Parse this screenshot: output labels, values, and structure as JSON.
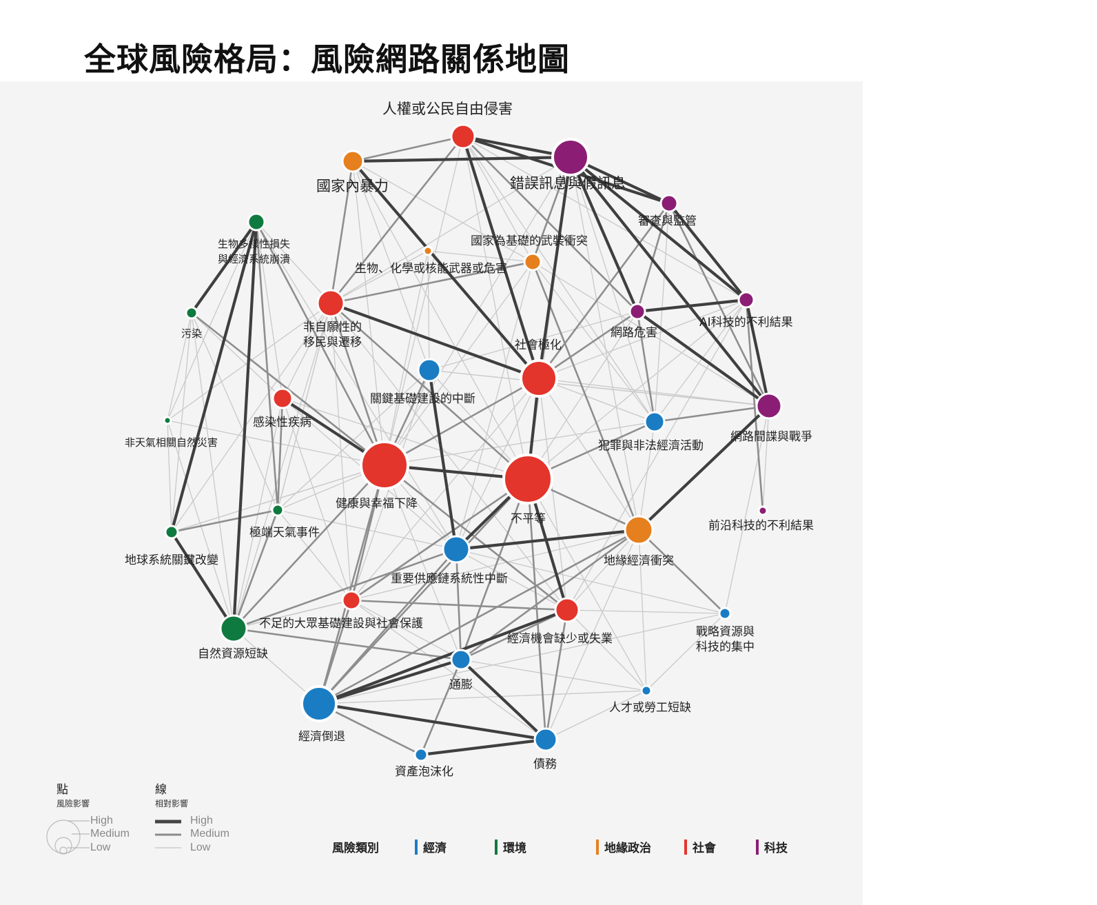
{
  "title": "全球風險格局：風險網路關係地圖",
  "colors": {
    "economic": "#1a7dc4",
    "environmental": "#0f7a3f",
    "geopolitical": "#e6801f",
    "societal": "#e3352b",
    "technological": "#8b1e74",
    "background": "#f4f4f4"
  },
  "nodes": [
    {
      "id": "human_rights",
      "label": "人權或公民自由侵害",
      "cat": "societal",
      "size": "medium"
    },
    {
      "id": "state_violence",
      "label": "國家內暴力",
      "cat": "geopolitical",
      "size": "medium"
    },
    {
      "id": "misinfo",
      "label": "錯誤訊息與假訊息",
      "cat": "technological",
      "size": "high"
    },
    {
      "id": "censorship",
      "label": "審查與監管",
      "cat": "technological",
      "size": "medium"
    },
    {
      "id": "armed_conflict",
      "label": "國家為基礎的武裝衝突",
      "cat": "geopolitical",
      "size": "medium"
    },
    {
      "id": "biodiversity",
      "label": "生物多樣性損失與經濟系統崩潰",
      "cat": "environmental",
      "size": "medium"
    },
    {
      "id": "cbrn",
      "label": "生物、化學或核能武器或危害",
      "cat": "geopolitical",
      "size": "low"
    },
    {
      "id": "migration",
      "label": "非自願性的移民與遷移",
      "cat": "societal",
      "size": "medium"
    },
    {
      "id": "cyber_harm",
      "label": "網路危害",
      "cat": "technological",
      "size": "medium"
    },
    {
      "id": "ai",
      "label": "AI科技的不利結果",
      "cat": "technological",
      "size": "medium"
    },
    {
      "id": "pollution",
      "label": "污染",
      "cat": "environmental",
      "size": "low"
    },
    {
      "id": "polarization",
      "label": "社會極化",
      "cat": "societal",
      "size": "high"
    },
    {
      "id": "infrastructure",
      "label": "關鍵基礎建設的中斷",
      "cat": "economic",
      "size": "medium"
    },
    {
      "id": "infectious",
      "label": "感染性疾病",
      "cat": "societal",
      "size": "medium"
    },
    {
      "id": "crime",
      "label": "犯罪與非法經濟活動",
      "cat": "economic",
      "size": "medium"
    },
    {
      "id": "cyber_war",
      "label": "網路間諜與戰爭",
      "cat": "technological",
      "size": "medium"
    },
    {
      "id": "non_weather",
      "label": "非天氣相關自然災害",
      "cat": "environmental",
      "size": "low"
    },
    {
      "id": "health",
      "label": "健康與幸福下降",
      "cat": "societal",
      "size": "high"
    },
    {
      "id": "inequality",
      "label": "不平等",
      "cat": "societal",
      "size": "high"
    },
    {
      "id": "frontier_tech",
      "label": "前沿科技的不利結果",
      "cat": "technological",
      "size": "low"
    },
    {
      "id": "earth_systems",
      "label": "地球系統關鍵改變",
      "cat": "environmental",
      "size": "low"
    },
    {
      "id": "extreme_weather",
      "label": "極端天氣事件",
      "cat": "environmental",
      "size": "low"
    },
    {
      "id": "geoeconomic",
      "label": "地緣經濟衝突",
      "cat": "geopolitical",
      "size": "medium"
    },
    {
      "id": "supply_chain",
      "label": "重要供應鏈系統性中斷",
      "cat": "economic",
      "size": "medium"
    },
    {
      "id": "public_infra",
      "label": "不足的大眾基礎建設與社會保護",
      "cat": "societal",
      "size": "medium"
    },
    {
      "id": "unemployment",
      "label": "經濟機會缺少或失業",
      "cat": "societal",
      "size": "medium"
    },
    {
      "id": "resources",
      "label": "自然資源短缺",
      "cat": "environmental",
      "size": "medium"
    },
    {
      "id": "strategic",
      "label": "戰略資源與科技的集中",
      "cat": "economic",
      "size": "low"
    },
    {
      "id": "inflation",
      "label": "通膨",
      "cat": "economic",
      "size": "medium"
    },
    {
      "id": "labour",
      "label": "人才或勞工短缺",
      "cat": "economic",
      "size": "low"
    },
    {
      "id": "downturn",
      "label": "經濟倒退",
      "cat": "economic",
      "size": "high"
    },
    {
      "id": "debt",
      "label": "債務",
      "cat": "economic",
      "size": "medium"
    },
    {
      "id": "bubble",
      "label": "資產泡沫化",
      "cat": "economic",
      "size": "low"
    }
  ],
  "edges": [
    [
      "human_rights",
      "misinfo",
      "high"
    ],
    [
      "human_rights",
      "state_violence",
      "medium"
    ],
    [
      "human_rights",
      "censorship",
      "high"
    ],
    [
      "human_rights",
      "polarization",
      "high"
    ],
    [
      "human_rights",
      "migration",
      "medium"
    ],
    [
      "human_rights",
      "cyber_harm",
      "medium"
    ],
    [
      "human_rights",
      "health",
      "low"
    ],
    [
      "human_rights",
      "inequality",
      "low"
    ],
    [
      "human_rights",
      "armed_conflict",
      "low"
    ],
    [
      "human_rights",
      "crime",
      "low"
    ],
    [
      "human_rights",
      "ai",
      "low"
    ],
    [
      "state_violence",
      "misinfo",
      "high"
    ],
    [
      "state_violence",
      "migration",
      "medium"
    ],
    [
      "state_violence",
      "polarization",
      "high"
    ],
    [
      "state_violence",
      "infrastructure",
      "low"
    ],
    [
      "state_violence",
      "armed_conflict",
      "low"
    ],
    [
      "state_violence",
      "health",
      "low"
    ],
    [
      "state_violence",
      "inequality",
      "low"
    ],
    [
      "state_violence",
      "cbrn",
      "low"
    ],
    [
      "misinfo",
      "censorship",
      "high"
    ],
    [
      "misinfo",
      "polarization",
      "high"
    ],
    [
      "misinfo",
      "ai",
      "high"
    ],
    [
      "misinfo",
      "cyber_war",
      "high"
    ],
    [
      "misinfo",
      "cyber_harm",
      "high"
    ],
    [
      "misinfo",
      "armed_conflict",
      "medium"
    ],
    [
      "misinfo",
      "crime",
      "low"
    ],
    [
      "misinfo",
      "inequality",
      "low"
    ],
    [
      "misinfo",
      "health",
      "low"
    ],
    [
      "misinfo",
      "migration",
      "low"
    ],
    [
      "misinfo",
      "geoeconomic",
      "low"
    ],
    [
      "censorship",
      "ai",
      "high"
    ],
    [
      "censorship",
      "cyber_war",
      "medium"
    ],
    [
      "censorship",
      "cyber_harm",
      "medium"
    ],
    [
      "censorship",
      "polarization",
      "medium"
    ],
    [
      "censorship",
      "crime",
      "low"
    ],
    [
      "armed_conflict",
      "cbrn",
      "low"
    ],
    [
      "armed_conflict",
      "migration",
      "medium"
    ],
    [
      "armed_conflict",
      "geoeconomic",
      "medium"
    ],
    [
      "armed_conflict",
      "cyber_war",
      "low"
    ],
    [
      "armed_conflict",
      "supply_chain",
      "low"
    ],
    [
      "armed_conflict",
      "health",
      "low"
    ],
    [
      "armed_conflict",
      "crime",
      "low"
    ],
    [
      "biodiversity",
      "pollution",
      "high"
    ],
    [
      "biodiversity",
      "earth_systems",
      "high"
    ],
    [
      "biodiversity",
      "resources",
      "high"
    ],
    [
      "biodiversity",
      "extreme_weather",
      "medium"
    ],
    [
      "biodiversity",
      "health",
      "medium"
    ],
    [
      "biodiversity",
      "infectious",
      "low"
    ],
    [
      "biodiversity",
      "migration",
      "low"
    ],
    [
      "biodiversity",
      "non_weather",
      "low"
    ],
    [
      "biodiversity",
      "supply_chain",
      "low"
    ],
    [
      "cbrn",
      "health",
      "low"
    ],
    [
      "cbrn",
      "migration",
      "low"
    ],
    [
      "cbrn",
      "polarization",
      "low"
    ],
    [
      "cbrn",
      "infrastructure",
      "low"
    ],
    [
      "migration",
      "polarization",
      "high"
    ],
    [
      "migration",
      "health",
      "medium"
    ],
    [
      "migration",
      "infectious",
      "low"
    ],
    [
      "migration",
      "inequality",
      "medium"
    ],
    [
      "migration",
      "public_infra",
      "low"
    ],
    [
      "migration",
      "unemployment",
      "low"
    ],
    [
      "migration",
      "resources",
      "low"
    ],
    [
      "migration",
      "extreme_weather",
      "low"
    ],
    [
      "cyber_harm",
      "ai",
      "high"
    ],
    [
      "cyber_harm",
      "cyber_war",
      "high"
    ],
    [
      "cyber_harm",
      "crime",
      "medium"
    ],
    [
      "cyber_harm",
      "polarization",
      "medium"
    ],
    [
      "cyber_harm",
      "infrastructure",
      "low"
    ],
    [
      "cyber_harm",
      "inequality",
      "low"
    ],
    [
      "ai",
      "cyber_war",
      "high"
    ],
    [
      "ai",
      "frontier_tech",
      "medium"
    ],
    [
      "ai",
      "inequality",
      "low"
    ],
    [
      "ai",
      "unemployment",
      "low"
    ],
    [
      "ai",
      "crime",
      "low"
    ],
    [
      "ai",
      "polarization",
      "low"
    ],
    [
      "pollution",
      "health",
      "medium"
    ],
    [
      "pollution",
      "resources",
      "low"
    ],
    [
      "pollution",
      "earth_systems",
      "low"
    ],
    [
      "pollution",
      "extreme_weather",
      "low"
    ],
    [
      "pollution",
      "non_weather",
      "low"
    ],
    [
      "pollution",
      "infectious",
      "low"
    ],
    [
      "polarization",
      "inequality",
      "high"
    ],
    [
      "polarization",
      "health",
      "medium"
    ],
    [
      "polarization",
      "unemployment",
      "low"
    ],
    [
      "polarization",
      "public_infra",
      "low"
    ],
    [
      "polarization",
      "geoeconomic",
      "low"
    ],
    [
      "polarization",
      "crime",
      "low"
    ],
    [
      "polarization",
      "supply_chain",
      "low"
    ],
    [
      "polarization",
      "cyber_war",
      "low"
    ],
    [
      "infrastructure",
      "supply_chain",
      "high"
    ],
    [
      "infrastructure",
      "health",
      "medium"
    ],
    [
      "infrastructure",
      "inequality",
      "low"
    ],
    [
      "infrastructure",
      "public_infra",
      "low"
    ],
    [
      "infrastructure",
      "extreme_weather",
      "low"
    ],
    [
      "infrastructure",
      "cyber_war",
      "low"
    ],
    [
      "infectious",
      "health",
      "high"
    ],
    [
      "infectious",
      "extreme_weather",
      "medium"
    ],
    [
      "infectious",
      "inequality",
      "low"
    ],
    [
      "infectious",
      "public_infra",
      "low"
    ],
    [
      "infectious",
      "resources",
      "low"
    ],
    [
      "infectious",
      "supply_chain",
      "low"
    ],
    [
      "crime",
      "cyber_war",
      "medium"
    ],
    [
      "crime",
      "inequality",
      "medium"
    ],
    [
      "crime",
      "geoeconomic",
      "low"
    ],
    [
      "crime",
      "health",
      "low"
    ],
    [
      "cyber_war",
      "geoeconomic",
      "high"
    ],
    [
      "cyber_war",
      "frontier_tech",
      "low"
    ],
    [
      "cyber_war",
      "strategic",
      "low"
    ],
    [
      "cyber_war",
      "infrastructure",
      "low"
    ],
    [
      "non_weather",
      "earth_systems",
      "low"
    ],
    [
      "non_weather",
      "resources",
      "low"
    ],
    [
      "non_weather",
      "health",
      "low"
    ],
    [
      "non_weather",
      "migration",
      "low"
    ],
    [
      "health",
      "inequality",
      "high"
    ],
    [
      "health",
      "public_infra",
      "medium"
    ],
    [
      "health",
      "unemployment",
      "medium"
    ],
    [
      "health",
      "resources",
      "medium"
    ],
    [
      "health",
      "supply_chain",
      "low"
    ],
    [
      "health",
      "inflation",
      "low"
    ],
    [
      "health",
      "downturn",
      "medium"
    ],
    [
      "health",
      "extreme_weather",
      "low"
    ],
    [
      "health",
      "earth_systems",
      "low"
    ],
    [
      "inequality",
      "unemployment",
      "high"
    ],
    [
      "inequality",
      "supply_chain",
      "high"
    ],
    [
      "inequality",
      "public_infra",
      "medium"
    ],
    [
      "inequality",
      "geoeconomic",
      "medium"
    ],
    [
      "inequality",
      "debt",
      "medium"
    ],
    [
      "inequality",
      "inflation",
      "medium"
    ],
    [
      "inequality",
      "downturn",
      "medium"
    ],
    [
      "inequality",
      "labour",
      "low"
    ],
    [
      "earth_systems",
      "resources",
      "high"
    ],
    [
      "earth_systems",
      "extreme_weather",
      "medium"
    ],
    [
      "earth_systems",
      "migration",
      "low"
    ],
    [
      "earth_systems",
      "health",
      "low"
    ],
    [
      "extreme_weather",
      "resources",
      "medium"
    ],
    [
      "extreme_weather",
      "supply_chain",
      "low"
    ],
    [
      "extreme_weather",
      "public_infra",
      "low"
    ],
    [
      "extreme_weather",
      "migration",
      "low"
    ],
    [
      "geoeconomic",
      "supply_chain",
      "high"
    ],
    [
      "geoeconomic",
      "strategic",
      "medium"
    ],
    [
      "geoeconomic",
      "downturn",
      "medium"
    ],
    [
      "geoeconomic",
      "inflation",
      "medium"
    ],
    [
      "geoeconomic",
      "unemployment",
      "low"
    ],
    [
      "geoeconomic",
      "debt",
      "low"
    ],
    [
      "geoeconomic",
      "labour",
      "low"
    ],
    [
      "supply_chain",
      "inflation",
      "medium"
    ],
    [
      "supply_chain",
      "downturn",
      "medium"
    ],
    [
      "supply_chain",
      "resources",
      "medium"
    ],
    [
      "supply_chain",
      "unemployment",
      "low"
    ],
    [
      "supply_chain",
      "strategic",
      "low"
    ],
    [
      "public_infra",
      "unemployment",
      "medium"
    ],
    [
      "public_infra",
      "downturn",
      "medium"
    ],
    [
      "public_infra",
      "debt",
      "low"
    ],
    [
      "public_infra",
      "resources",
      "low"
    ],
    [
      "public_infra",
      "inflation",
      "low"
    ],
    [
      "unemployment",
      "downturn",
      "high"
    ],
    [
      "unemployment",
      "debt",
      "medium"
    ],
    [
      "unemployment",
      "inflation",
      "medium"
    ],
    [
      "unemployment",
      "labour",
      "low"
    ],
    [
      "unemployment",
      "strategic",
      "low"
    ],
    [
      "resources",
      "downturn",
      "low"
    ],
    [
      "resources",
      "inflation",
      "medium"
    ],
    [
      "resources",
      "geoeconomic",
      "low"
    ],
    [
      "strategic",
      "labour",
      "low"
    ],
    [
      "strategic",
      "downturn",
      "low"
    ],
    [
      "inflation",
      "downturn",
      "high"
    ],
    [
      "inflation",
      "debt",
      "high"
    ],
    [
      "inflation",
      "bubble",
      "medium"
    ],
    [
      "inflation",
      "labour",
      "low"
    ],
    [
      "labour",
      "downturn",
      "low"
    ],
    [
      "labour",
      "debt",
      "low"
    ],
    [
      "downturn",
      "debt",
      "high"
    ],
    [
      "downturn",
      "bubble",
      "medium"
    ],
    [
      "debt",
      "bubble",
      "high"
    ]
  ],
  "legend": {
    "node_title": "點",
    "node_subtitle": "風險影響",
    "edge_title": "線",
    "edge_subtitle": "相對影響",
    "high": "High",
    "medium": "Medium",
    "low": "Low",
    "category_title": "風險類別",
    "categories": [
      {
        "key": "economic",
        "label": "經濟"
      },
      {
        "key": "environmental",
        "label": "環境"
      },
      {
        "key": "geopolitical",
        "label": "地緣政治"
      },
      {
        "key": "societal",
        "label": "社會"
      },
      {
        "key": "technological",
        "label": "科技"
      }
    ]
  }
}
